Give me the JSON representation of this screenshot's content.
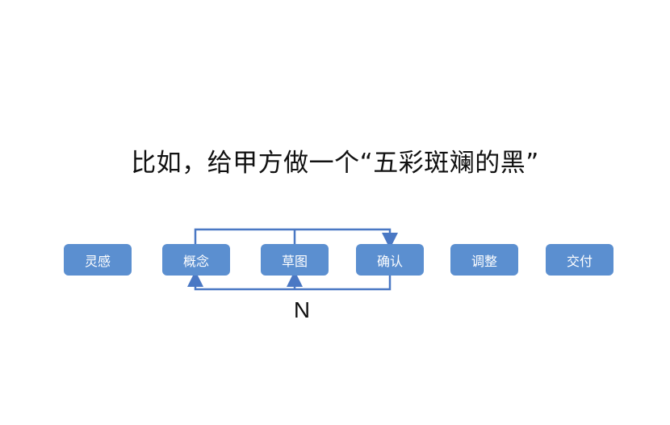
{
  "title": "比如，给甲方做一个“五彩斑斓的黑”",
  "colors": {
    "box": "#5b8fd0",
    "line": "#4a78c4",
    "text": "#111111"
  },
  "flow": {
    "steps": [
      {
        "label": "灵感"
      },
      {
        "label": "概念"
      },
      {
        "label": "草图"
      },
      {
        "label": "确认"
      },
      {
        "label": "调整"
      },
      {
        "label": "交付"
      }
    ],
    "loop_label": "N"
  }
}
